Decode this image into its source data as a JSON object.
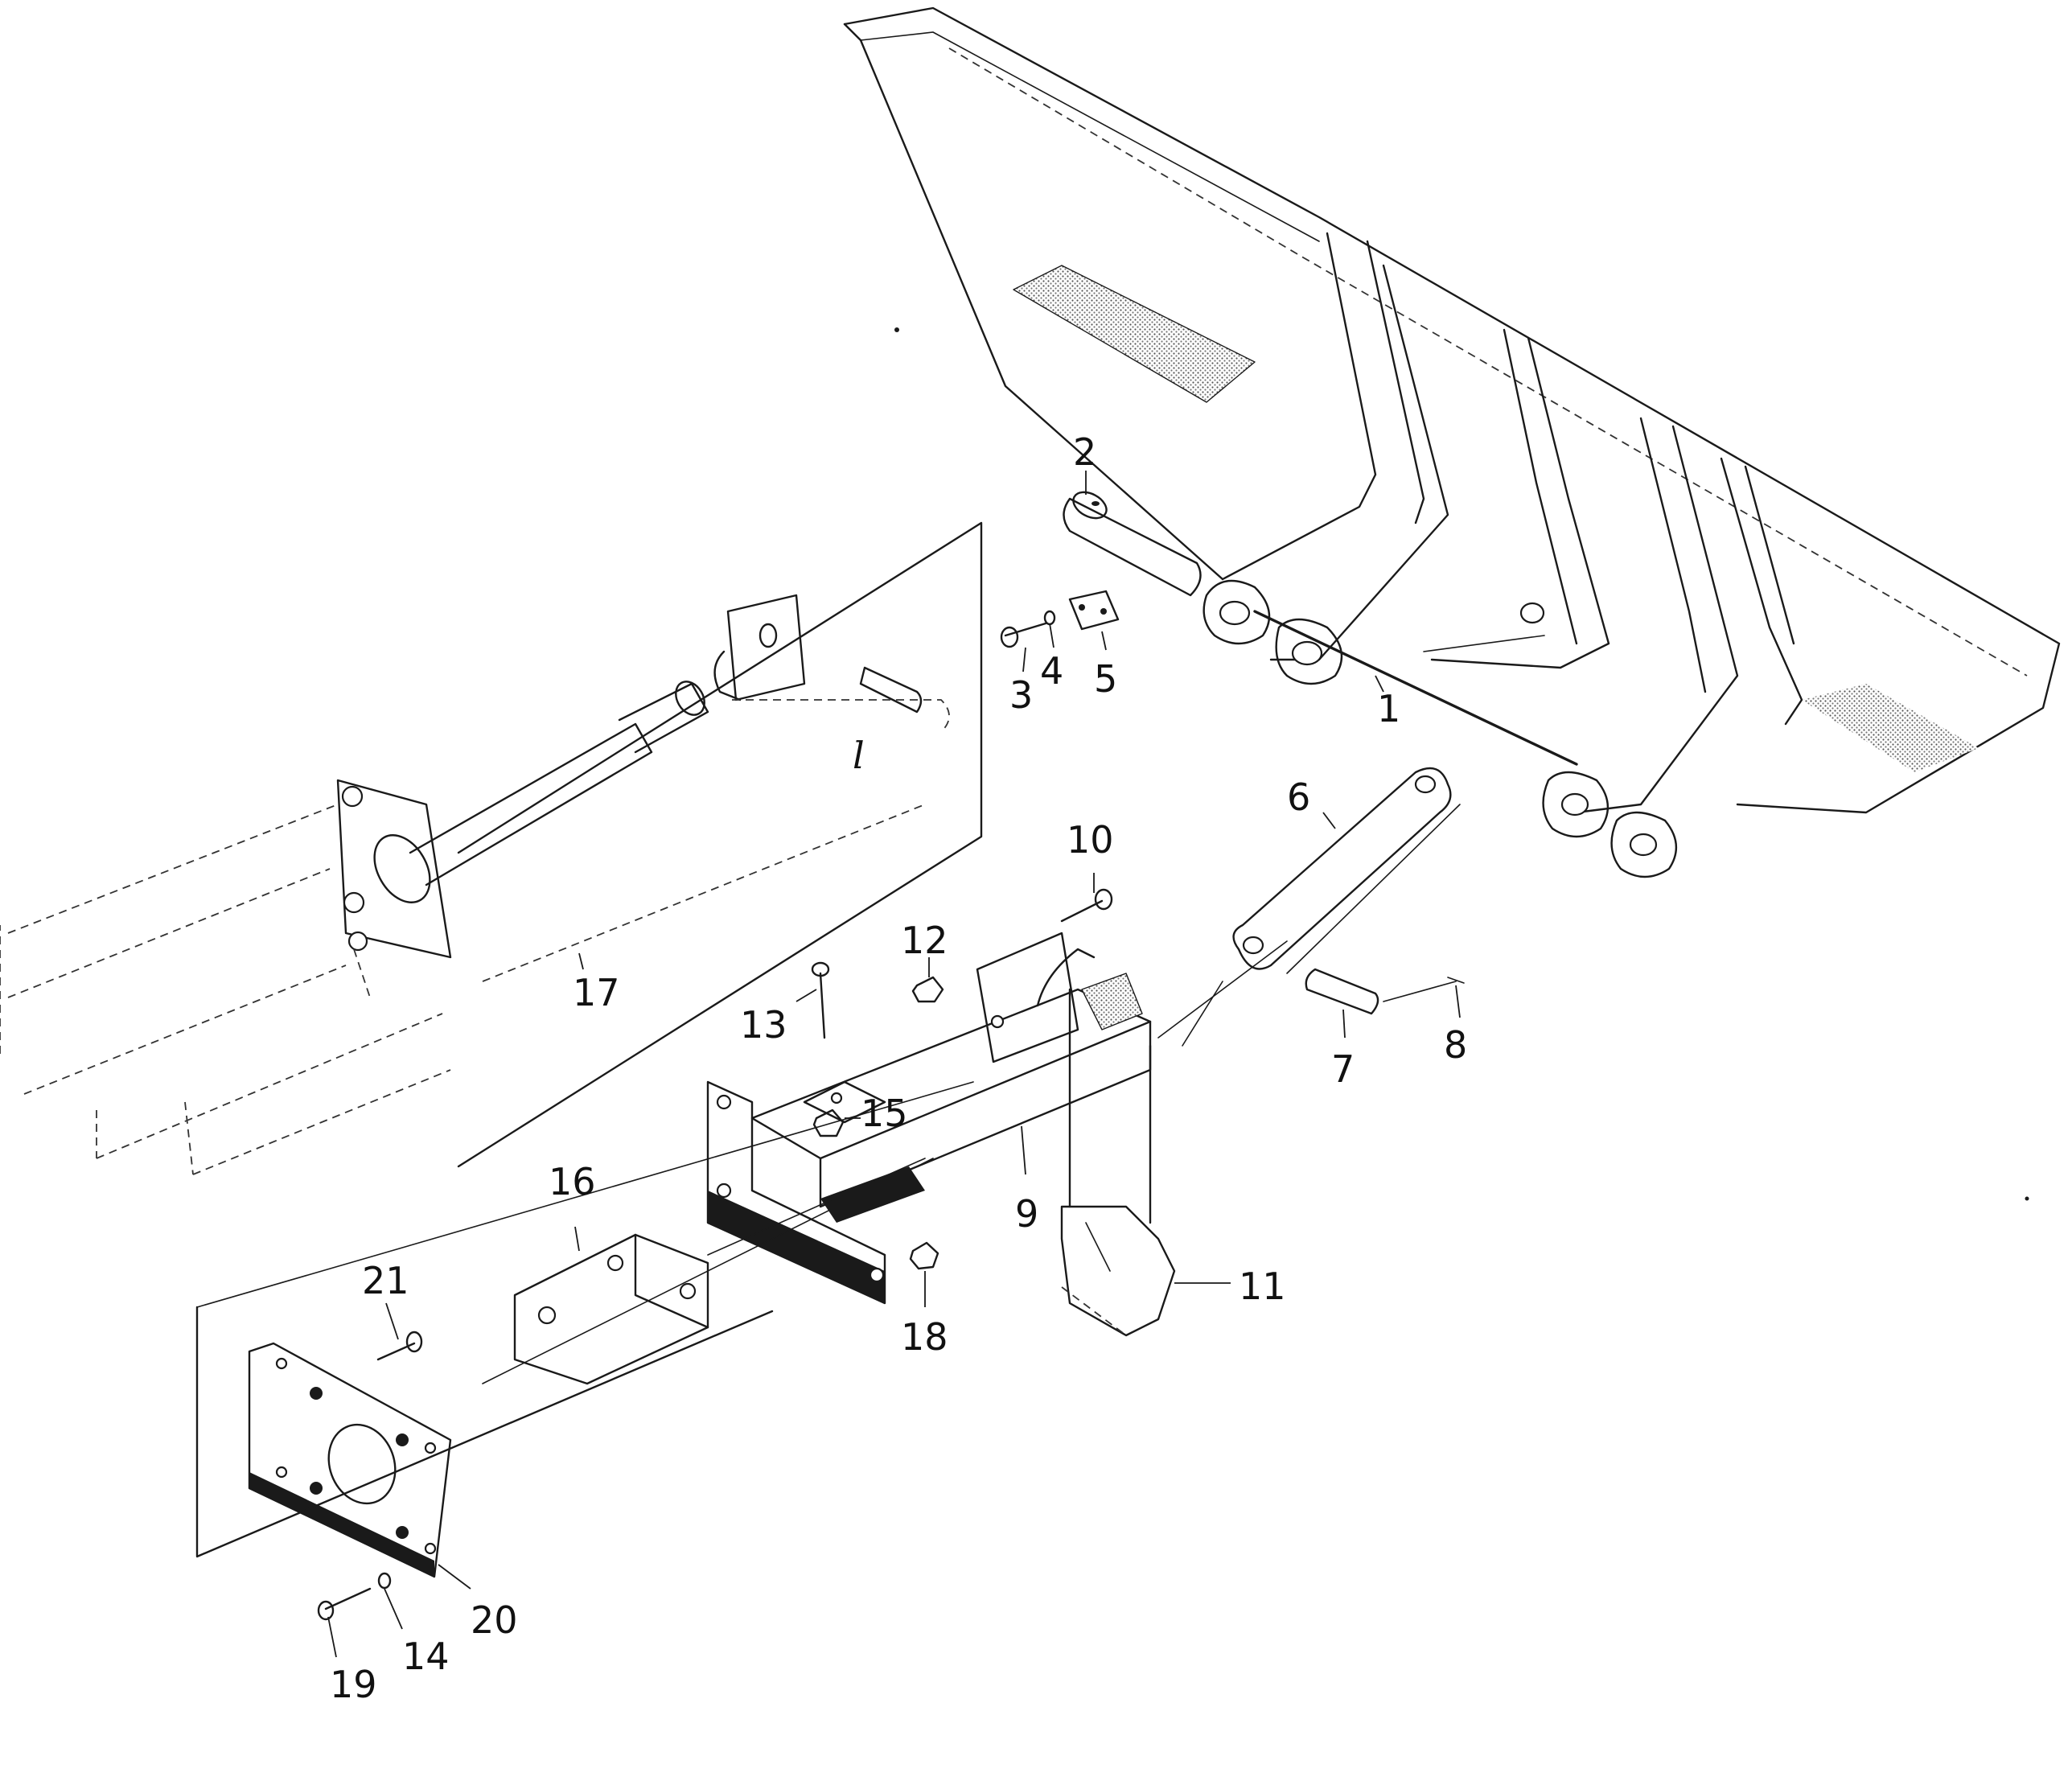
{
  "callouts": [
    {
      "id": "1",
      "label": "1"
    },
    {
      "id": "2",
      "label": "2"
    },
    {
      "id": "3",
      "label": "3"
    },
    {
      "id": "4",
      "label": "4"
    },
    {
      "id": "5",
      "label": "5"
    },
    {
      "id": "6",
      "label": "6"
    },
    {
      "id": "7",
      "label": "7"
    },
    {
      "id": "8",
      "label": "8"
    },
    {
      "id": "9",
      "label": "9"
    },
    {
      "id": "10",
      "label": "10"
    },
    {
      "id": "11",
      "label": "11"
    },
    {
      "id": "12",
      "label": "12"
    },
    {
      "id": "13",
      "label": "13"
    },
    {
      "id": "14",
      "label": "14"
    },
    {
      "id": "15",
      "label": "15"
    },
    {
      "id": "16",
      "label": "16"
    },
    {
      "id": "17",
      "label": "17"
    },
    {
      "id": "18",
      "label": "18"
    },
    {
      "id": "19",
      "label": "19"
    },
    {
      "id": "20",
      "label": "20"
    },
    {
      "id": "21",
      "label": "21"
    }
  ],
  "handwritten_mark": "l"
}
